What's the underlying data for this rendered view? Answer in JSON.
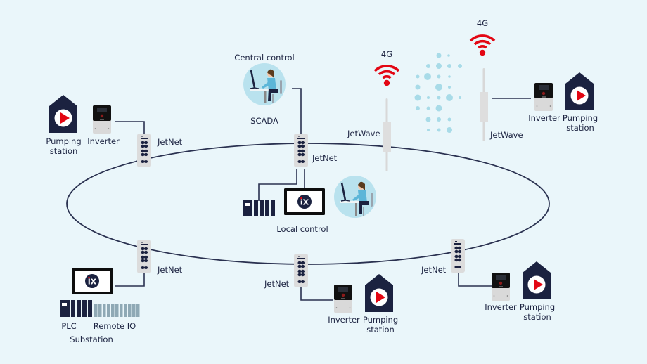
{
  "colors": {
    "background": "#eaf6fa",
    "line": "#2a3150",
    "navy": "#1b2240",
    "signal_red": "#e30613",
    "light_blue": "#a8dbe8",
    "switch_grey": "#dcdcdc",
    "io_grey": "#8fa9b5"
  },
  "diagram": {
    "topology": "ring",
    "central": {
      "title": "Central control",
      "caption": "SCADA"
    },
    "local_control": {
      "caption": "Local control",
      "hmi_logo": "iX"
    },
    "switch_label": "JetNet",
    "wireless": {
      "left": {
        "signal": "4G",
        "device": "JetWave"
      },
      "right": {
        "signal": "4G",
        "device": "JetWave"
      }
    },
    "stations": {
      "top_left": {
        "inverter": "Inverter",
        "pump": "Pumping\nstation"
      },
      "top_right": {
        "inverter": "Inverter",
        "pump": "Pumping\nstation"
      },
      "bottom_mid": {
        "inverter": "Inverter",
        "pump": "Pumping\nstation"
      },
      "bottom_right": {
        "inverter": "Inverter",
        "pump": "Pumping\nstation"
      }
    },
    "substation": {
      "plc": "PLC",
      "remote_io": "Remote IO",
      "caption": "Substation",
      "hmi_logo": "iX"
    }
  }
}
